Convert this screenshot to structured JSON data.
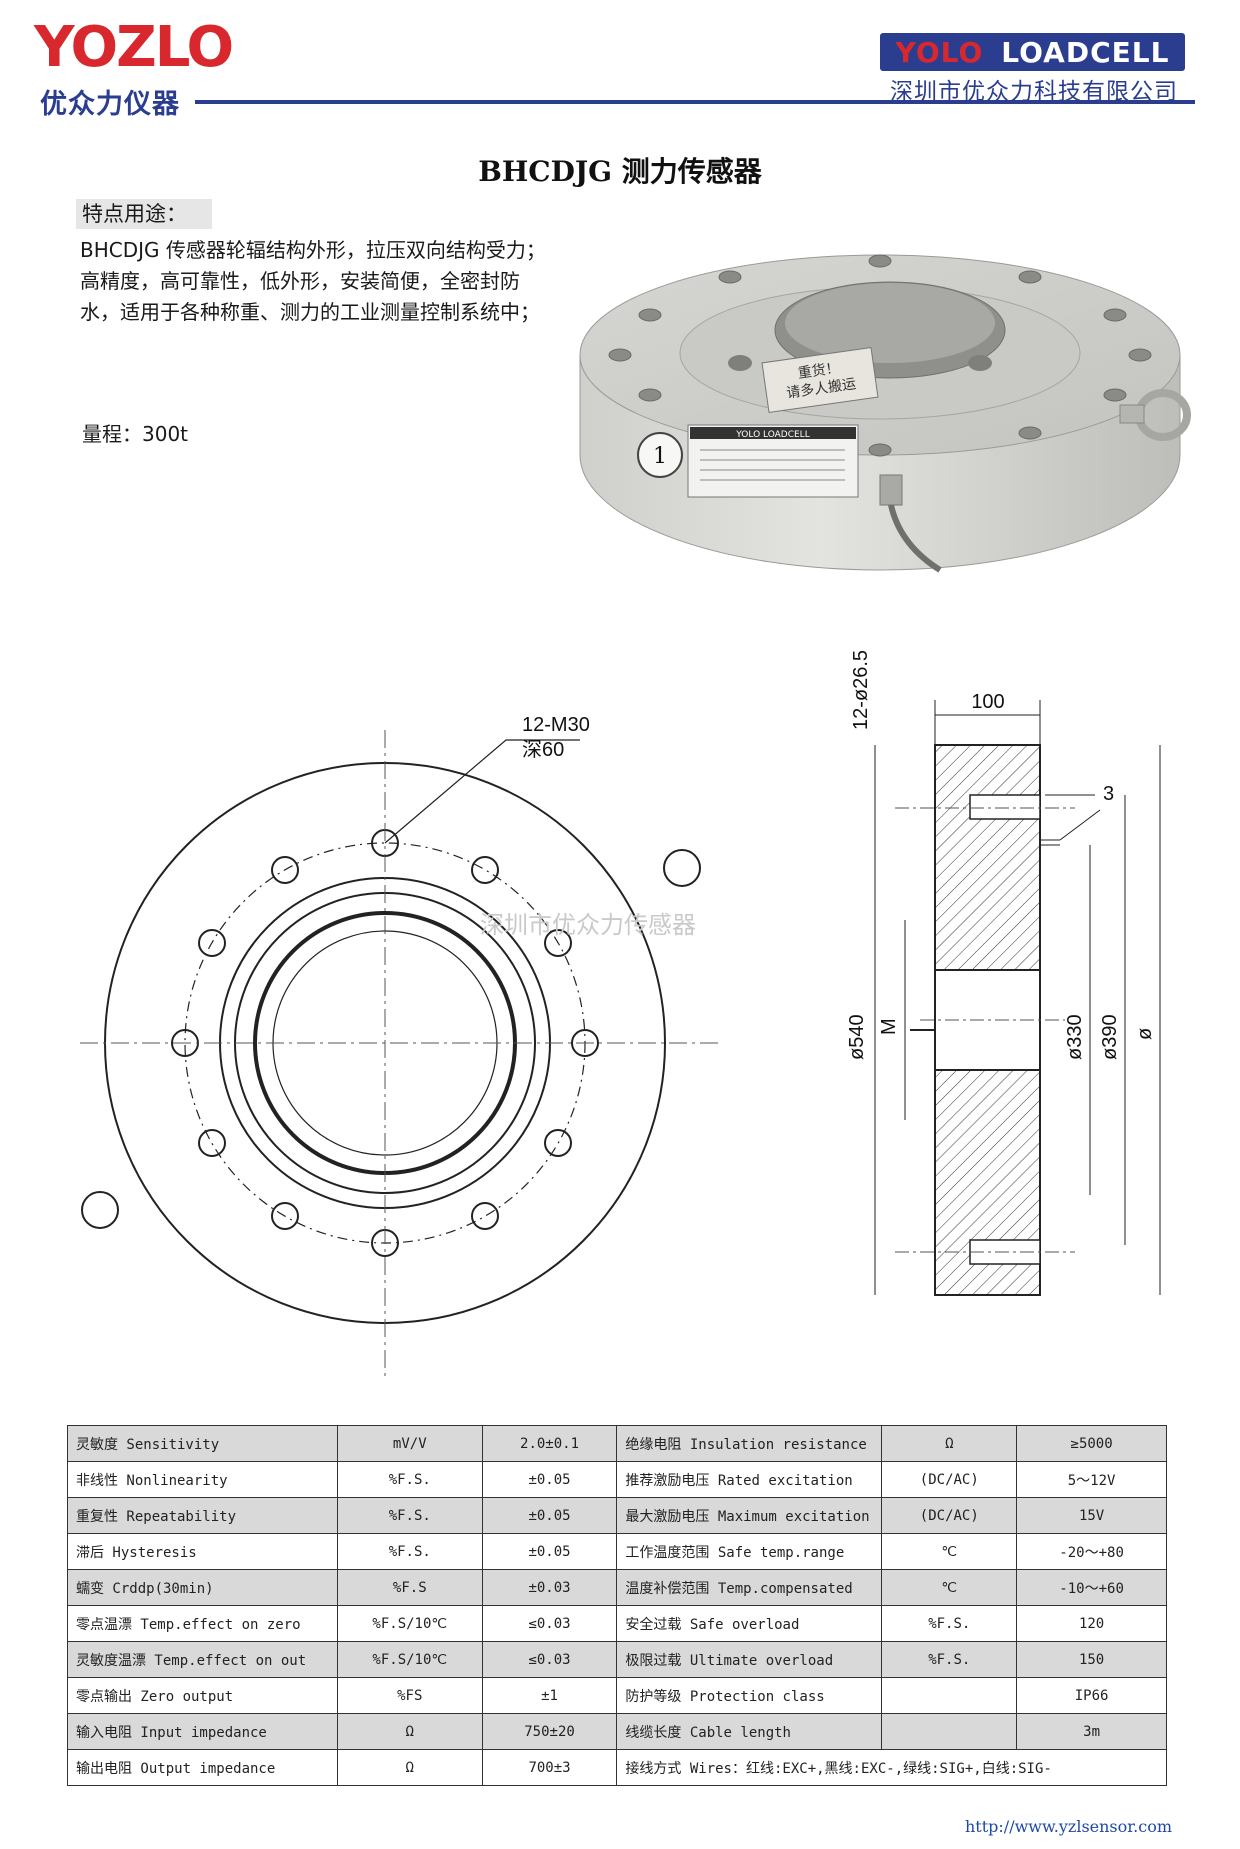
{
  "header": {
    "logo_text": "YOZLO",
    "logo_subtitle": "优众力仪器",
    "brand_part1": "YOLO",
    "brand_part2": "LOADCELL",
    "company_name": "深圳市优众力科技有限公司"
  },
  "title": "BHCDJG 测力传感器",
  "features": {
    "label": "特点用途：",
    "lines": [
      "BHCDJG 传感器轮辐结构外形，拉压双向结构受力；",
      "高精度，高可靠性，低外形，安装简便，全密封防",
      "水，适用于各种称重、测力的工业测量控制系统中；"
    ],
    "range": "量程：300t"
  },
  "photo_label": {
    "number": "1",
    "plate_brand": "YOLO LOADCELL",
    "sticker_line1": "重货！",
    "sticker_line2": "请多人搬运"
  },
  "drawing": {
    "hole_callout_1": "12-M30",
    "hole_callout_2": "深60",
    "watermark": "深圳市优众力传感器",
    "dim_width": "100",
    "dim_holes": "12-ø26.5",
    "dim_3": "3",
    "dim_540": "ø540",
    "dim_M": "M",
    "dim_330": "ø330",
    "dim_390": "ø390",
    "dim_phi": "ø"
  },
  "specs": [
    {
      "l_name": "灵敏度 Sensitivity",
      "l_unit": "mV/V",
      "l_val": "2.0±0.1",
      "r_name": "绝缘电阻 Insulation resistance",
      "r_unit": "Ω",
      "r_val": "≥5000"
    },
    {
      "l_name": "非线性 Nonlinearity",
      "l_unit": "%F.S.",
      "l_val": "±0.05",
      "r_name": "推荐激励电压 Rated excitation",
      "r_unit": "(DC/AC)",
      "r_val": "5～12V"
    },
    {
      "l_name": "重复性 Repeatability",
      "l_unit": "%F.S.",
      "l_val": "±0.05",
      "r_name": "最大激励电压 Maximum excitation",
      "r_unit": "(DC/AC)",
      "r_val": "15V"
    },
    {
      "l_name": "滞后 Hysteresis",
      "l_unit": "%F.S.",
      "l_val": "±0.05",
      "r_name": "工作温度范围 Safe temp.range",
      "r_unit": "℃",
      "r_val": "-20～+80"
    },
    {
      "l_name": "蠕变 Crddp(30min)",
      "l_unit": "%F.S",
      "l_val": "±0.03",
      "r_name": "温度补偿范围 Temp.compensated",
      "r_unit": "℃",
      "r_val": "-10～+60"
    },
    {
      "l_name": "零点温漂 Temp.effect on zero",
      "l_unit": "%F.S/10℃",
      "l_val": "≤0.03",
      "r_name": "安全过载 Safe overload",
      "r_unit": "%F.S.",
      "r_val": "120"
    },
    {
      "l_name": "灵敏度温漂 Temp.effect on out",
      "l_unit": "%F.S/10℃",
      "l_val": "≤0.03",
      "r_name": "极限过载 Ultimate overload",
      "r_unit": "%F.S.",
      "r_val": "150"
    },
    {
      "l_name": "零点输出 Zero output",
      "l_unit": "%FS",
      "l_val": "±1",
      "r_name": "防护等级 Protection class",
      "r_unit": "",
      "r_val": "IP66"
    },
    {
      "l_name": "输入电阻 Input impedance",
      "l_unit": "Ω",
      "l_val": "750±20",
      "r_name": "线缆长度 Cable length",
      "r_unit": "",
      "r_val": "3m"
    },
    {
      "l_name": "输出电阻 Output impedance",
      "l_unit": "Ω",
      "l_val": "700±3",
      "r_name": "接线方式 Wires：红线:EXC+,黑线:EXC-,绿线:SIG+,白线:SIG-",
      "r_unit": "",
      "r_val": ""
    }
  ],
  "footer_url": "http://www.yzlsensor.com"
}
